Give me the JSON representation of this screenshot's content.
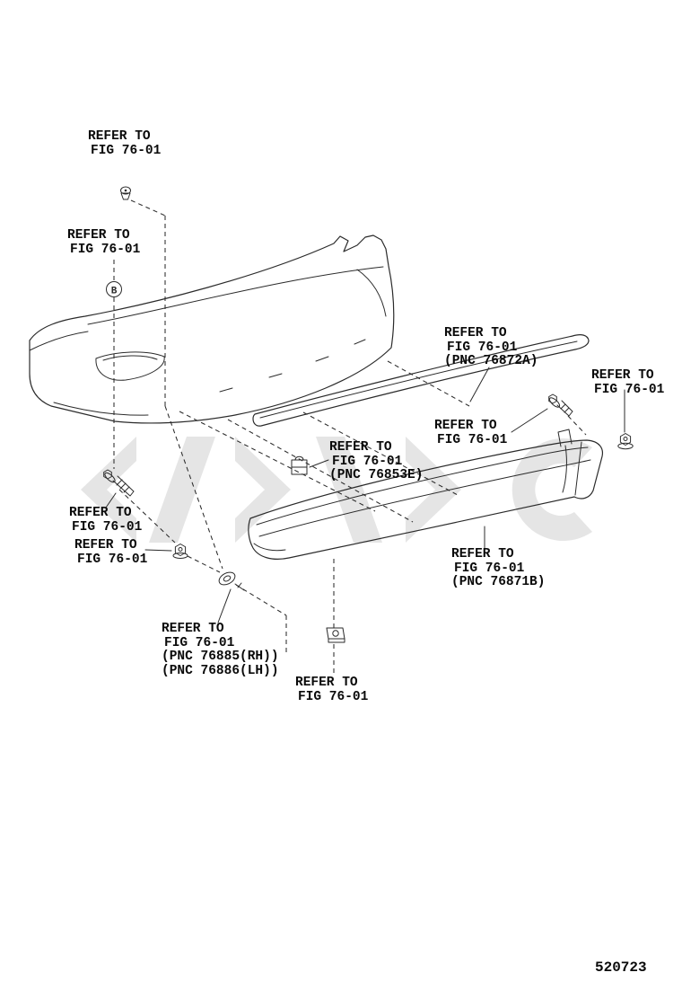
{
  "page": {
    "number": "520723"
  },
  "marker_b": "B",
  "labels": [
    {
      "name": "ref-top-clip",
      "lines": [
        "REFER TO",
        "FIG 76-01"
      ]
    },
    {
      "name": "ref-b-clip",
      "lines": [
        "REFER TO",
        "FIG 76-01"
      ]
    },
    {
      "name": "ref-strip-76872a",
      "lines": [
        "REFER TO",
        "FIG 76-01",
        "(PNC 76872A)"
      ]
    },
    {
      "name": "ref-right-nut",
      "lines": [
        "REFER TO",
        "FIG 76-01"
      ]
    },
    {
      "name": "ref-right-bolt",
      "lines": [
        "REFER TO",
        "FIG 76-01"
      ]
    },
    {
      "name": "ref-clip-76853e",
      "lines": [
        "REFER TO",
        "FIG 76-01",
        "(PNC 76853E)"
      ]
    },
    {
      "name": "ref-left-bolt",
      "lines": [
        "REFER TO",
        "FIG 76-01"
      ]
    },
    {
      "name": "ref-left-nut",
      "lines": [
        "REFER TO",
        "FIG 76-01"
      ]
    },
    {
      "name": "ref-spoiler-76871b",
      "lines": [
        "REFER TO",
        "FIG 76-01",
        "(PNC 76871B)"
      ]
    },
    {
      "name": "ref-pad-76885",
      "lines": [
        "REFER TO",
        "FIG 76-01",
        "(PNC 76885(RH))",
        "(PNC 76886(LH))"
      ]
    },
    {
      "name": "ref-bottom-nut",
      "lines": [
        "REFER TO",
        "FIG 76-01"
      ]
    }
  ]
}
